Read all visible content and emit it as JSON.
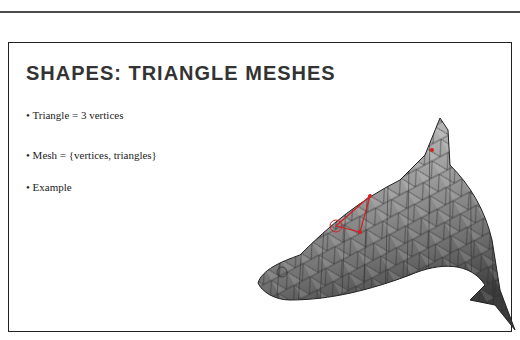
{
  "diagram": {
    "title": "SHAPES: TRIANGLE MESHES",
    "labels": [
      "• Triangle = 3 vertices",
      "• Mesh = {vertices, triangles}",
      "• Example"
    ]
  }
}
